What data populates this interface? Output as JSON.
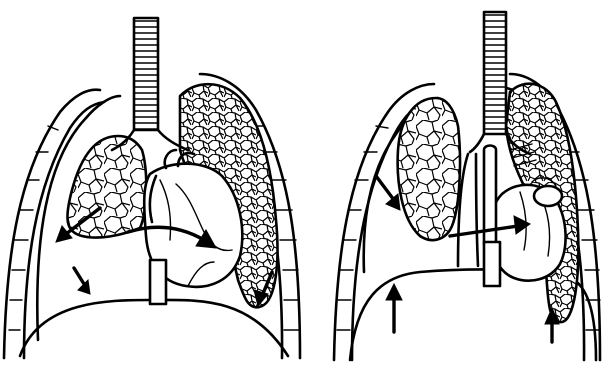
{
  "figure": {
    "panels": [
      {
        "id": "left",
        "arrows": [
          {
            "id": "mediastinal-shift",
            "direction": "right"
          },
          {
            "id": "right-lung-expansion",
            "direction": "down-left"
          },
          {
            "id": "right-diaphragm",
            "direction": "down"
          },
          {
            "id": "left-diaphragm",
            "direction": "down"
          }
        ]
      },
      {
        "id": "right",
        "arrows": [
          {
            "id": "mediastinal-shift",
            "direction": "right"
          },
          {
            "id": "right-lung-collapse",
            "direction": "down-right"
          },
          {
            "id": "right-diaphragm",
            "direction": "up"
          },
          {
            "id": "left-diaphragm",
            "direction": "up"
          }
        ]
      }
    ],
    "colors": {
      "ink": "#000000",
      "background": "#ffffff"
    }
  }
}
